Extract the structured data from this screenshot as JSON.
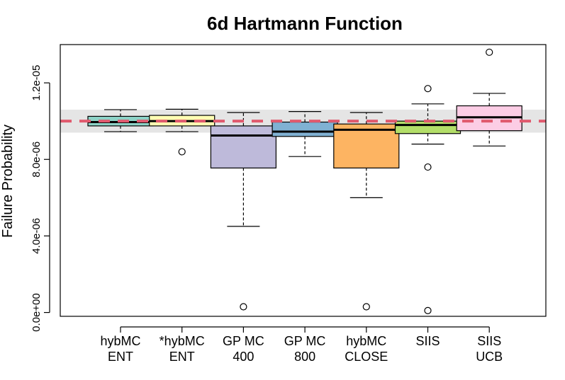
{
  "chart_data": {
    "type": "boxplot",
    "title": "6d Hartmann Function",
    "xlabel": "",
    "ylabel": "Failure Probability",
    "ylim": [
      -2e-07,
      1.4e-05
    ],
    "yticks": [
      0,
      4e-06,
      8e-06,
      1.2e-05
    ],
    "ytick_labels": [
      "0.0e+00",
      "4.0e-06",
      "8.0e-06",
      "1.2e-05"
    ],
    "reference_value": 1e-05,
    "reference_band": [
      9.4e-06,
      1.06e-05
    ],
    "reference_line_color": "#e05a6e",
    "reference_band_color": "#e5e5e5",
    "grid": false,
    "categories": [
      [
        "hybMC",
        "ENT"
      ],
      [
        "*hybMC",
        "ENT"
      ],
      [
        "GP MC",
        "400"
      ],
      [
        "GP MC",
        "800"
      ],
      [
        "hybMC",
        "CLOSE"
      ],
      [
        "SIIS",
        ""
      ],
      [
        "SIIS",
        "UCB"
      ]
    ],
    "boxes": [
      {
        "color": "#8dd3c7",
        "whisker_low": 9.45e-06,
        "q1": 9.75e-06,
        "median": 9.95e-06,
        "q3": 1.025e-05,
        "whisker_high": 1.06e-05,
        "outliers": []
      },
      {
        "color": "#ffffb3",
        "whisker_low": 9.45e-06,
        "q1": 9.75e-06,
        "median": 1e-05,
        "q3": 1.03e-05,
        "whisker_high": 1.062e-05,
        "outliers": [
          8.4e-06
        ]
      },
      {
        "color": "#bebada",
        "whisker_low": 4.5e-06,
        "q1": 7.55e-06,
        "median": 9.25e-06,
        "q3": 9.75e-06,
        "whisker_high": 1.045e-05,
        "outliers": [
          3e-07
        ]
      },
      {
        "color": "#80b1d3",
        "whisker_low": 8.15e-06,
        "q1": 9.2e-06,
        "median": 9.45e-06,
        "q3": 9.95e-06,
        "whisker_high": 1.05e-05,
        "outliers": []
      },
      {
        "color": "#fdb462",
        "whisker_low": 6e-06,
        "q1": 7.55e-06,
        "median": 9.55e-06,
        "q3": 9.85e-06,
        "whisker_high": 1.045e-05,
        "outliers": [
          3e-07
        ]
      },
      {
        "color": "#b3de69",
        "whisker_low": 8.8e-06,
        "q1": 9.35e-06,
        "median": 9.8e-06,
        "q3": 1e-05,
        "whisker_high": 1.09e-05,
        "outliers": [
          1.17e-05,
          7.6e-06,
          1e-07
        ]
      },
      {
        "color": "#fccde5",
        "whisker_low": 8.7e-06,
        "q1": 9.5e-06,
        "median": 1.02e-05,
        "q3": 1.08e-05,
        "whisker_high": 1.145e-05,
        "outliers": [
          1.36e-05
        ]
      }
    ]
  }
}
